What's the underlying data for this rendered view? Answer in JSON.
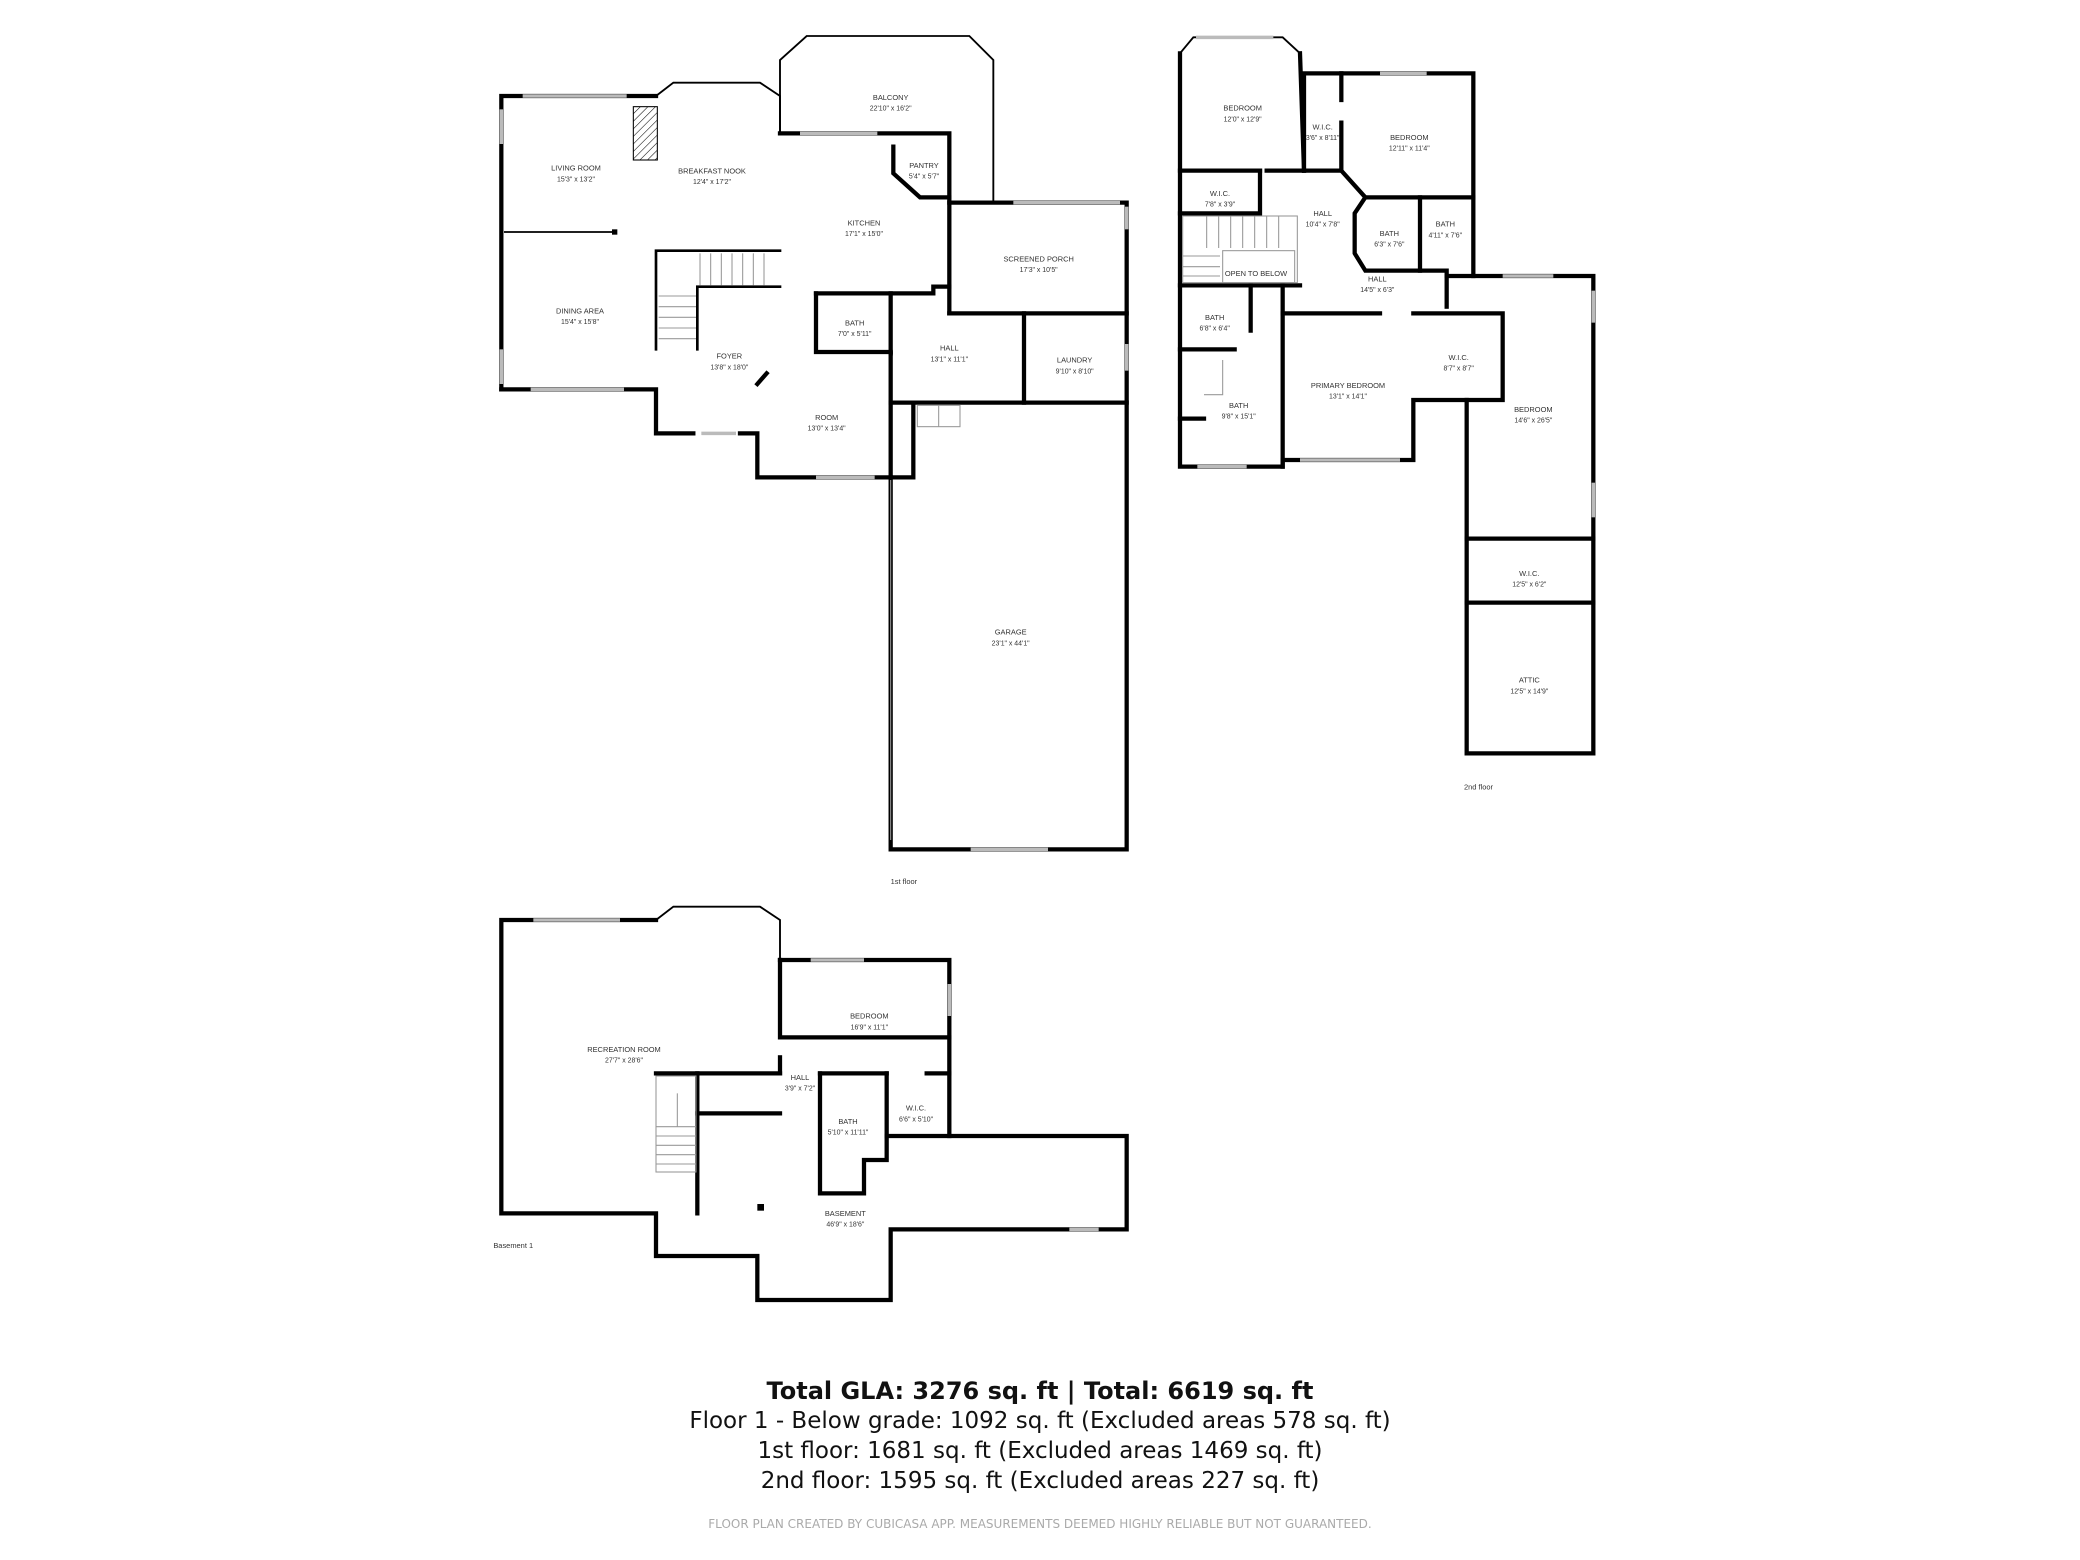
{
  "floors": {
    "first": {
      "label": "1st floor",
      "rooms": [
        {
          "name": "LIVING ROOM",
          "dims": "15'3\" x 13'2\""
        },
        {
          "name": "BREAKFAST NOOK",
          "dims": "12'4\" x 17'2\""
        },
        {
          "name": "BALCONY",
          "dims": "22'10\" x 16'2\""
        },
        {
          "name": "PANTRY",
          "dims": "5'4\" x 5'7\""
        },
        {
          "name": "KITCHEN",
          "dims": "17'1\" x 15'0\""
        },
        {
          "name": "SCREENED PORCH",
          "dims": "17'3\" x 10'5\""
        },
        {
          "name": "DINING AREA",
          "dims": "15'4\" x 15'8\""
        },
        {
          "name": "BATH",
          "dims": "7'0\" x 5'11\""
        },
        {
          "name": "HALL",
          "dims": "13'1\" x 11'1\""
        },
        {
          "name": "LAUNDRY",
          "dims": "9'10\" x 8'10\""
        },
        {
          "name": "FOYER",
          "dims": "13'8\" x 18'0\""
        },
        {
          "name": "ROOM",
          "dims": "13'0\" x 13'4\""
        },
        {
          "name": "GARAGE",
          "dims": "23'1\" x 44'1\""
        }
      ]
    },
    "second": {
      "label": "2nd floor",
      "rooms": [
        {
          "name": "BEDROOM",
          "dims": "12'0\" x 12'9\""
        },
        {
          "name": "W.I.C.",
          "dims": "3'6\" x 8'11\""
        },
        {
          "name": "BEDROOM",
          "dims": "12'11\" x 11'4\""
        },
        {
          "name": "W.I.C.",
          "dims": "7'8\" x 3'9\""
        },
        {
          "name": "HALL",
          "dims": "10'4\" x 7'8\""
        },
        {
          "name": "BATH",
          "dims": "6'3\" x 7'6\""
        },
        {
          "name": "BATH",
          "dims": "4'11\" x 7'6\""
        },
        {
          "name": "OPEN TO BELOW",
          "dims": ""
        },
        {
          "name": "HALL",
          "dims": "14'5\" x 6'3\""
        },
        {
          "name": "BATH",
          "dims": "6'8\" x 6'4\""
        },
        {
          "name": "PRIMARY BEDROOM",
          "dims": "13'1\" x 14'1\""
        },
        {
          "name": "W.I.C.",
          "dims": "8'7\" x 8'7\""
        },
        {
          "name": "BATH",
          "dims": "9'8\" x 15'1\""
        },
        {
          "name": "BEDROOM",
          "dims": "14'6\" x 26'5\""
        },
        {
          "name": "W.I.C.",
          "dims": "12'5\" x 6'2\""
        },
        {
          "name": "ATTIC",
          "dims": "12'5\" x 14'9\""
        }
      ]
    },
    "basement": {
      "label": "Basement 1",
      "rooms": [
        {
          "name": "RECREATION ROOM",
          "dims": "27'7\" x 28'6\""
        },
        {
          "name": "BEDROOM",
          "dims": "16'9\" x 11'1\""
        },
        {
          "name": "HALL",
          "dims": "3'9\" x 7'2\""
        },
        {
          "name": "BATH",
          "dims": "5'10\" x 11'11\""
        },
        {
          "name": "W.I.C.",
          "dims": "6'6\" x 5'10\""
        },
        {
          "name": "BASEMENT",
          "dims": "46'9\" x 18'6\""
        }
      ]
    }
  },
  "summary": {
    "total": "Total GLA: 3276 sq. ft | Total: 6619 sq. ft",
    "lines": [
      "Floor 1 - Below grade: 1092 sq. ft (Excluded areas 578 sq. ft)",
      "1st floor: 1681 sq. ft (Excluded areas 1469 sq. ft)",
      "2nd floor: 1595 sq. ft (Excluded areas 227 sq. ft)"
    ],
    "disclaimer": "FLOOR PLAN CREATED BY CUBICASA APP. MEASUREMENTS DEEMED HIGHLY RELIABLE BUT NOT GUARANTEED."
  }
}
